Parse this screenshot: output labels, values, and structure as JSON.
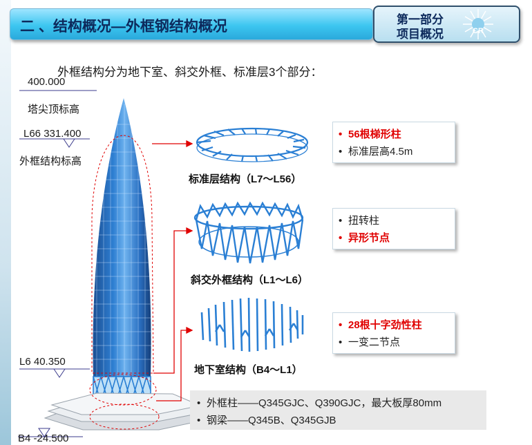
{
  "header": {
    "title": "二 、结构概况—外框钢结构概况",
    "section_line1": "第一部分",
    "section_line2": "项目概况",
    "logo_text": "CR"
  },
  "intro": "外框结构分为地下室、斜交外框、标准层3个部分：",
  "levels": {
    "spire_elevation": "400.000",
    "spire_note": "塔尖顶标高",
    "l66_elevation": "L66 331.400",
    "l66_note": "外框结构标高",
    "l6_elevation": "L6 40.350",
    "b4_elevation": "B4 -24.500"
  },
  "structures": [
    {
      "caption": "标准层结构（L7～L56）",
      "lines": [
        {
          "text": "56根梯形柱",
          "highlight": true
        },
        {
          "text": "标准层高4.5m",
          "highlight": false
        }
      ]
    },
    {
      "caption": "斜交外框结构（L1～L6）",
      "lines": [
        {
          "text": "扭转柱",
          "highlight": false
        },
        {
          "text": "异形节点",
          "highlight": true
        }
      ]
    },
    {
      "caption": "地下室结构（B4～L1）",
      "lines": [
        {
          "text": "28根十字劲性柱",
          "highlight": true
        },
        {
          "text": "一变二节点",
          "highlight": false
        }
      ]
    }
  ],
  "materials": [
    "外框柱——Q345GJC、Q390GJC，最大板厚80mm",
    "钢梁——Q345B、Q345GJB"
  ],
  "bullet_symbol": "•",
  "colors": {
    "highlight": "#e00000",
    "arrow": "#e00000",
    "steel": "#2a7fd4",
    "header": "#3cc6f0"
  }
}
